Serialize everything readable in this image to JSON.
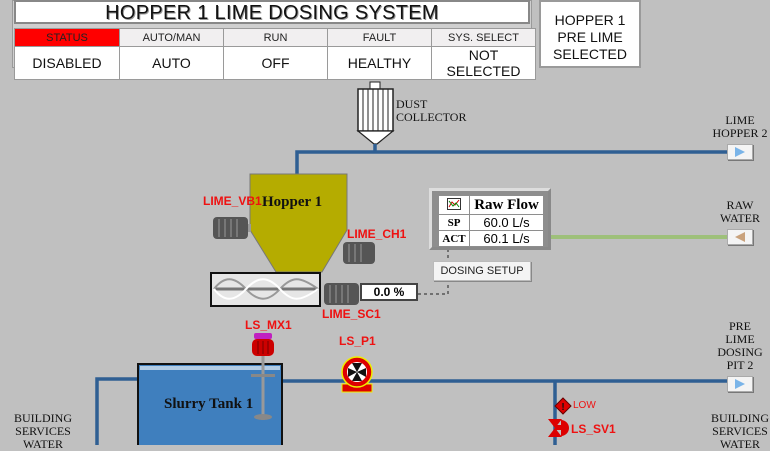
{
  "header": {
    "title": "HOPPER 1  LIME DOSING SYSTEM",
    "columns": [
      {
        "label": "STATUS",
        "value": "DISABLED"
      },
      {
        "label": "AUTO/MAN",
        "value": "AUTO"
      },
      {
        "label": "RUN",
        "value": "OFF"
      },
      {
        "label": "FAULT",
        "value": "HEALTHY"
      },
      {
        "label": "SYS. SELECT",
        "value": "NOT SELECTED"
      }
    ],
    "selection_lines": [
      "HOPPER 1",
      "PRE LIME",
      "SELECTED"
    ]
  },
  "equipment": {
    "dust_collector": [
      "DUST",
      "COLLECTOR"
    ],
    "hopper": "Hopper 1",
    "slurry_tank": "Slurry Tank 1",
    "vibrator_tag": "LIME_VB1",
    "chute_tag": "LIME_CH1",
    "screw_tag": "LIME_SC1",
    "screw_speed": "0.0 %",
    "mixer_tag": "LS_MX1",
    "pump_tag": "LS_P1",
    "valve_tag": "LS_SV1",
    "level_alarm": "LOW"
  },
  "destinations": {
    "lime_hopper_2": [
      "LIME",
      "HOPPER 2"
    ],
    "raw_water": [
      "RAW",
      "WATER"
    ],
    "pre_lime_dosing_pit_2": [
      "PRE",
      "LIME",
      "DOSING",
      "PIT 2"
    ],
    "building_services_water_left": [
      "BUILDING",
      "SERVICES",
      "WATER"
    ],
    "building_services_water_right": [
      "BUILDING",
      "SERVICES",
      "WATER"
    ]
  },
  "raw_flow": {
    "title": "Raw Flow",
    "sp_label": "SP",
    "sp_value": "60.0 L/s",
    "act_label": "ACT",
    "act_value": "60.1 L/s"
  },
  "buttons": {
    "dosing_setup": "DOSING SETUP"
  },
  "colors": {
    "status_red": "#ff0000",
    "pipe_blue": "#2f5f93",
    "water_green": "#9ec07a",
    "hopper_olive": "#b5ac00",
    "tank_blue": "#3f7fbe",
    "tag_red": "#ee1111"
  }
}
